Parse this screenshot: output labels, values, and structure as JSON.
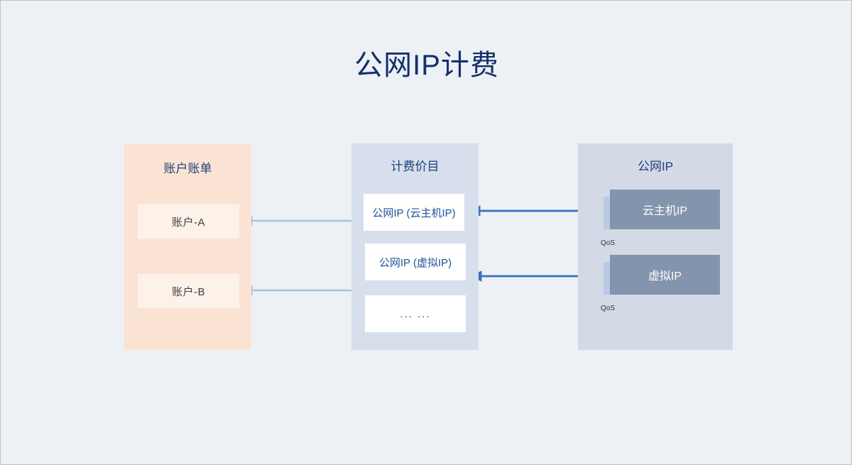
{
  "title": "公网IP计费",
  "colors": {
    "background": "#edf1f5",
    "title_text": "#13306b",
    "panel_billing_bg": "#fbe3d3",
    "panel_pricing_bg": "#d8dfec",
    "panel_publicip_bg": "#d4dae5",
    "account_card_bg": "#fdf2ea",
    "price_card_bg": "#ffffff",
    "ip_box_bg": "#8394ad",
    "qos_bar": "#b9c9e6",
    "arrow_light": "#a8c0e0",
    "arrow_dark": "#3b6fc4",
    "panel_title_text": "#1f3f7a",
    "price_text": "#1f5396"
  },
  "panels": {
    "billing": {
      "title": "账户账单",
      "accounts": [
        {
          "label": "账户-A"
        },
        {
          "label": "账户-B"
        }
      ]
    },
    "pricing": {
      "title": "计费价目",
      "items": [
        {
          "label": "公网IP (云主机IP)"
        },
        {
          "label": "公网IP (虚拟IP)"
        },
        {
          "label": "... ..."
        }
      ]
    },
    "publicip": {
      "title": "公网IP",
      "resources": [
        {
          "label": "云主机IP",
          "qos_label": "QoS"
        },
        {
          "label": "虚拟IP",
          "qos_label": "QoS"
        }
      ]
    }
  }
}
